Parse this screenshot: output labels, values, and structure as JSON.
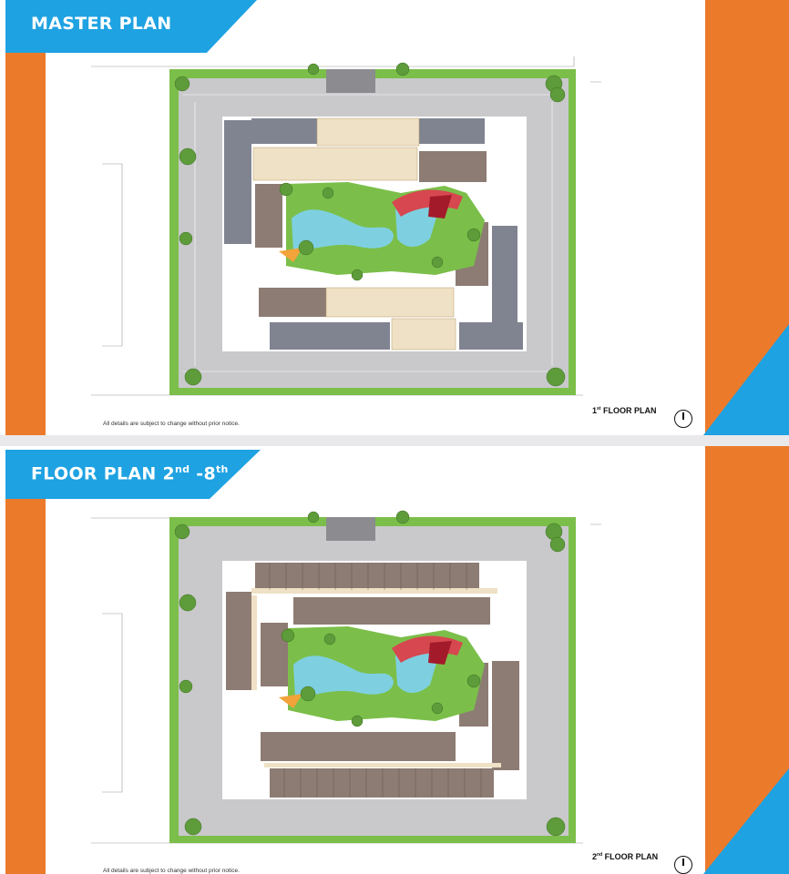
{
  "slides": [
    {
      "title": "MASTER PLAN",
      "floor_label_num": "1",
      "floor_label_sup": "st",
      "floor_label_text": "FLOOR PLAN",
      "disclaimer": "All details are subject to change without prior notice."
    },
    {
      "title_prefix": "FLOOR PLAN 2",
      "title_sup1": "nd",
      "title_mid": " -8",
      "title_sup2": "th",
      "floor_label_num": "2",
      "floor_label_sup": "nd",
      "floor_label_text": "FLOOR PLAN",
      "disclaimer": "All details are subject to change without prior notice."
    }
  ],
  "colors": {
    "orange": "#ec7a2b",
    "blue": "#1ea2e2",
    "parking": "#c9c9cc",
    "building_grey": "#808491",
    "units_brown": "#8d7c73",
    "lobby_cream": "#efe1c5",
    "garden": "#7bbf4a",
    "pool": "#7ed0e0"
  }
}
